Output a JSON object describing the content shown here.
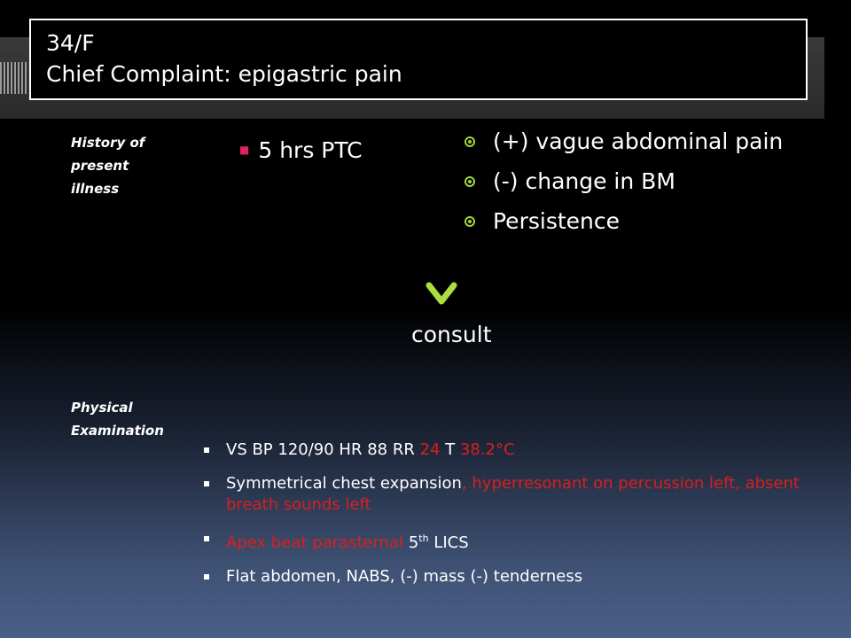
{
  "header": {
    "line1": "34/F",
    "line2": "Chief Complaint: epigastric pain"
  },
  "hpi": {
    "label_lines": [
      "History of",
      "present",
      "illness"
    ],
    "onset": "5 hrs PTC",
    "findings": [
      "(+) vague abdominal pain",
      "(-) change in BM",
      "Persistence"
    ],
    "outcome": "consult"
  },
  "pe": {
    "label_lines": [
      "Physical",
      "Examination"
    ],
    "vitals": {
      "a": "VS BP 120/90  HR 88  RR ",
      "b": "24",
      "c": "  T ",
      "d": "38.2°C"
    },
    "chest": {
      "a": "Symmetrical chest expansion",
      "b": ", hyperresonant on percussion left, absent breath sounds left"
    },
    "apex": {
      "a": "Apex beat parasternal",
      "b": " 5",
      "sup": "th",
      "c": " LICS"
    },
    "abdomen": "Flat abdomen, NABS, (-) mass (-) tenderness"
  },
  "colors": {
    "arrow": "#8fd235",
    "highlight": "#d81f1f",
    "bullet_pink": "#e0245e"
  }
}
